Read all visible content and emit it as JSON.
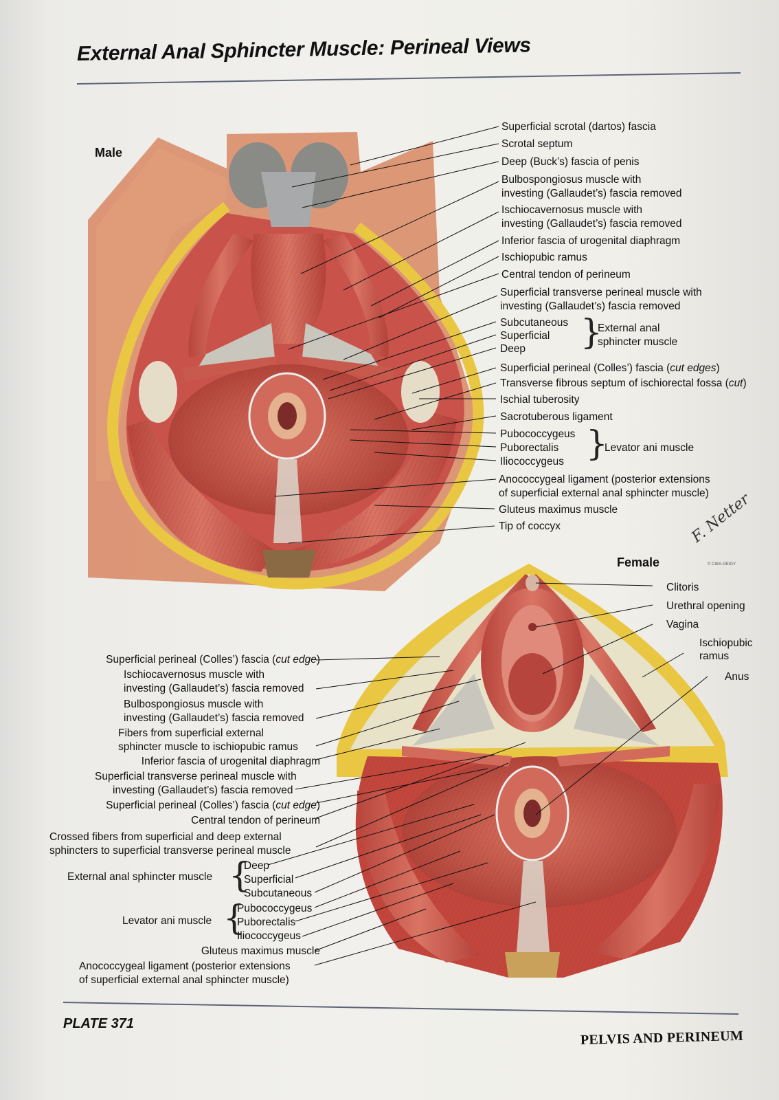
{
  "title": "External Anal Sphincter Muscle: Perineal Views",
  "plate": "PLATE 371",
  "section": "PELVIS AND PERINEUM",
  "signature": "F. Netter",
  "signature_sub": "© CIBA-GEIGY",
  "male": {
    "title": "Male",
    "labels": [
      "Superficial scrotal (dartos) fascia",
      "Scrotal septum",
      "Deep (Buck’s) fascia of penis",
      "Bulbospongiosus muscle with",
      "investing (Gallaudet’s) fascia removed",
      "Ischiocavernosus muscle with",
      "investing (Gallaudet’s) fascia removed",
      "Inferior fascia of urogenital diaphragm",
      "Ischiopubic ramus",
      "Central tendon of perineum",
      "Superficial transverse perineal muscle with",
      "investing (Gallaudet’s) fascia removed",
      "Subcutaneous",
      "Superficial",
      "Deep",
      "External anal",
      "sphincter muscle",
      "Superficial perineal (Colles’) fascia (",
      "cut edges",
      ")",
      "Transverse fibrous septum of ischiorectal fossa (",
      "cut",
      ")",
      "Ischial tuberosity",
      "Sacrotuberous ligament",
      "Pubococcygeus",
      "Puborectalis",
      "Iliococcygeus",
      "Levator ani muscle",
      "Anococcygeal ligament (posterior extensions",
      "of superficial external anal sphincter muscle)",
      "Gluteus maximus muscle",
      "Tip of coccyx"
    ]
  },
  "female": {
    "title": "Female",
    "right_labels": [
      "Clitoris",
      "Urethral opening",
      "Vagina",
      "Ischiopubic",
      "ramus",
      "Anus"
    ],
    "left_labels": [
      "Superficial perineal (Colles’) fascia (",
      "cut edge",
      ")",
      "Ischiocavernosus muscle with",
      "investing (Gallaudet’s) fascia removed",
      "Bulbospongiosus muscle with",
      "investing (Gallaudet’s) fascia removed",
      "Fibers from superficial external",
      "sphincter muscle to ischiopubic ramus",
      "Inferior fascia of urogenital diaphragm",
      "Superficial transverse perineal muscle with",
      "investing (Gallaudet’s) fascia removed",
      "Superficial perineal (Colles’) fascia (",
      "cut edge",
      ")",
      "Central tendon of perineum",
      "Crossed fibers from superficial and deep external",
      "sphincters to superficial transverse perineal muscle",
      "Deep",
      "Superficial",
      "Subcutaneous",
      "External anal sphincter muscle",
      "Pubococcygeus",
      "Puborectalis",
      "Iliococcygeus",
      "Levator ani muscle",
      "Gluteus maximus muscle",
      "Anococcygeal ligament (posterior extensions",
      "of superficial external anal sphincter muscle)"
    ]
  }
}
